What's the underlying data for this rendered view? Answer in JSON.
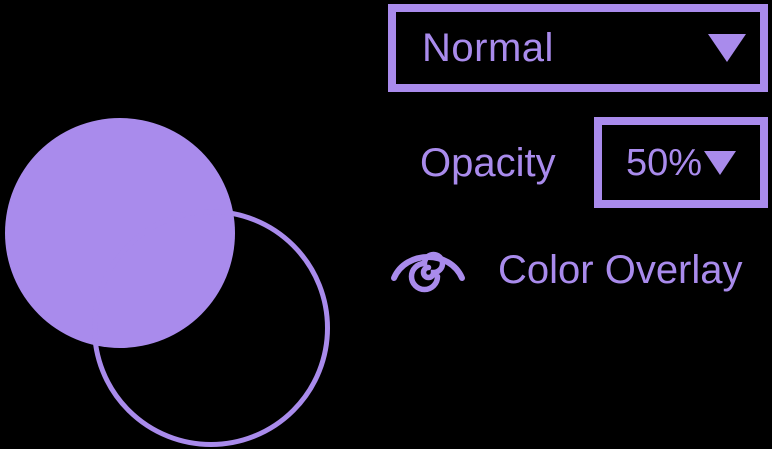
{
  "canvas": {
    "background_color": "#000000",
    "accent_color": "#a98bec"
  },
  "shapes": {
    "filled_circle_name": "filled-circle",
    "outline_circle_name": "outline-circle"
  },
  "blend_mode": {
    "value": "Normal",
    "caret_icon": "chevron-down-icon"
  },
  "opacity": {
    "label": "Opacity",
    "value": "50%",
    "caret_icon": "chevron-down-icon"
  },
  "layer_effect": {
    "visibility_icon": "eye-icon",
    "label": "Color Overlay"
  }
}
